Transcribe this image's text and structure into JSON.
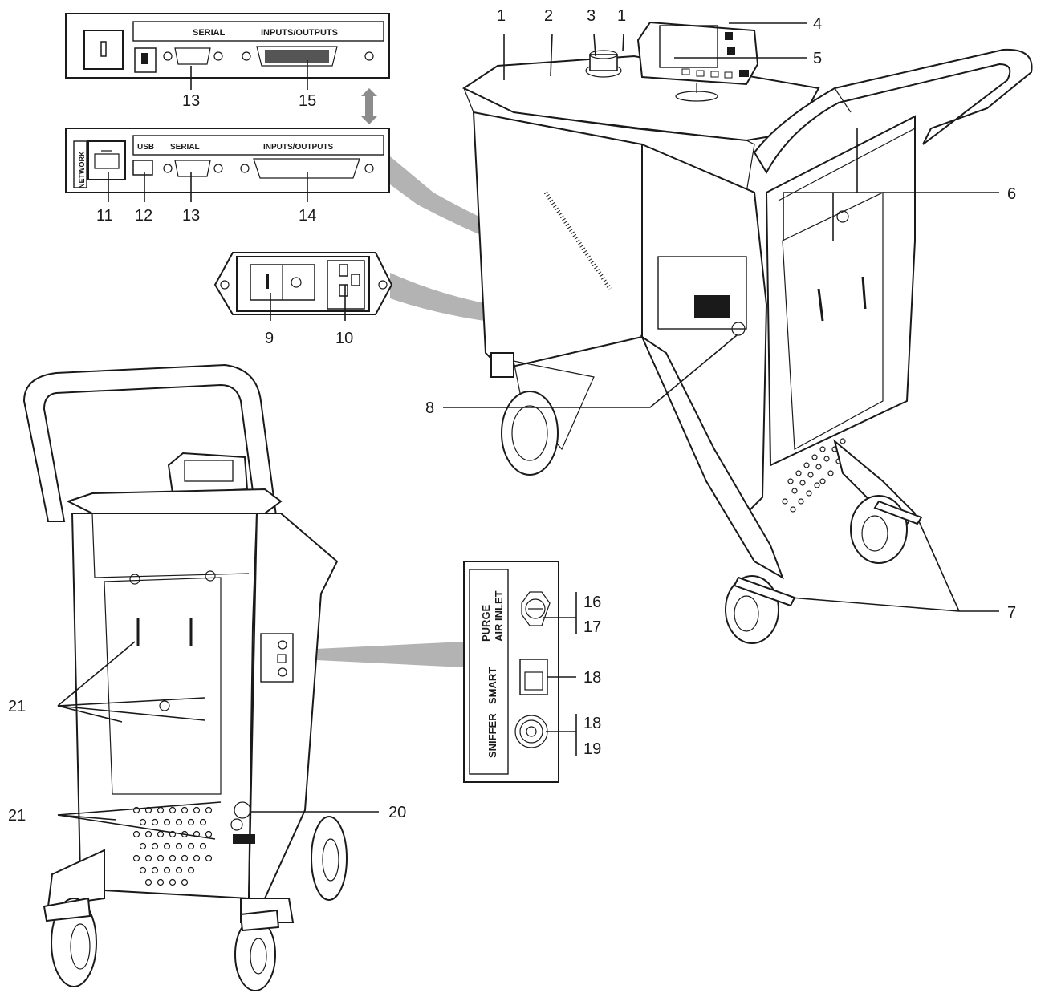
{
  "panels": {
    "top_panel": {
      "serial": "SERIAL",
      "io": "INPUTS/OUTPUTS"
    },
    "bottom_panel": {
      "network": "NETWORK",
      "usb": "USB",
      "serial": "SERIAL",
      "io": "INPUTS/OUTPUTS"
    },
    "side_panel": {
      "purge": "PURGE",
      "air_inlet": "AIR INLET",
      "smart": "SMART",
      "sniffer": "SNIFFER"
    }
  },
  "callouts": {
    "c1a": "1",
    "c2": "2",
    "c3": "3",
    "c1b": "1",
    "c4": "4",
    "c5": "5",
    "c6": "6",
    "c7": "7",
    "c8": "8",
    "c9": "9",
    "c10": "10",
    "c11": "11",
    "c12": "12",
    "c13a": "13",
    "c13b": "13",
    "c14": "14",
    "c15": "15",
    "c16": "16",
    "c17": "17",
    "c18a": "18",
    "c18b": "18",
    "c19": "19",
    "c20": "20",
    "c21a": "21",
    "c21b": "21"
  },
  "colors": {
    "line": "#1a1a1a",
    "connector_band": "#b3b3b3",
    "background": "#ffffff"
  }
}
